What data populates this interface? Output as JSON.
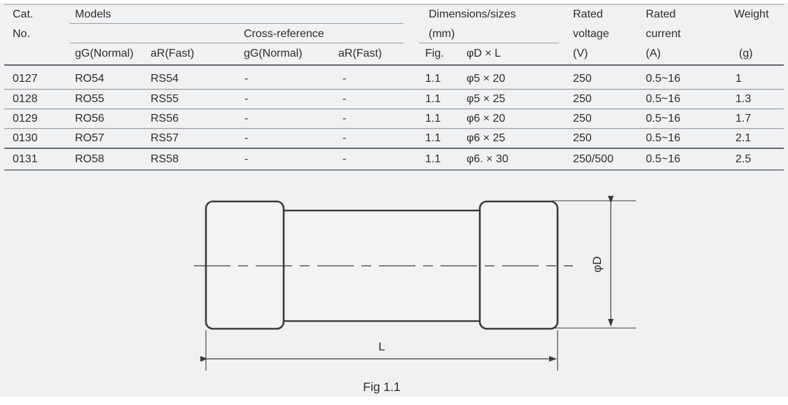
{
  "colors": {
    "background": "#f0f1f2",
    "text": "#2c2c2e",
    "rule_light": "#9b9fa2",
    "rule_dark": "#65686c",
    "drawing_stroke": "#3a3b3d"
  },
  "table": {
    "header": {
      "cat_line1": "Cat.",
      "cat_line2": "No.",
      "models": "Models",
      "cross_reference": "Cross-reference",
      "dimensions_line1": "Dimensions/sizes",
      "dimensions_line2": "(mm)",
      "rated_voltage_line1": "Rated",
      "rated_voltage_line2": "voltage",
      "rated_voltage_unit": "(V)",
      "rated_current_line1": "Rated",
      "rated_current_line2": "current",
      "rated_current_unit": "(A)",
      "weight": "Weight",
      "weight_unit": "(g)",
      "sub_gg_normal": "gG(Normal)",
      "sub_ar_fast": "aR(Fast)",
      "sub_cross_gg": "gG(Normal)",
      "sub_cross_ar": "aR(Fast)",
      "sub_fig": "Fig.",
      "sub_dxl": "φD × L"
    },
    "rows": [
      {
        "cat": "0127",
        "gg": "RO54",
        "ar": "RS54",
        "xgg": "-",
        "xar": "-",
        "fig": "1.1",
        "dxl": "φ5 × 20",
        "voltage": "250",
        "current": "0.5~16",
        "weight": "1"
      },
      {
        "cat": "0128",
        "gg": "RO55",
        "ar": "RS55",
        "xgg": "-",
        "xar": "-",
        "fig": "1.1",
        "dxl": "φ5 × 25",
        "voltage": "250",
        "current": "0.5~16",
        "weight": "1.3"
      },
      {
        "cat": "0129",
        "gg": "RO56",
        "ar": "RS56",
        "xgg": "-",
        "xar": "-",
        "fig": "1.1",
        "dxl": "φ6 × 20",
        "voltage": "250",
        "current": "0.5~16",
        "weight": "1.7"
      },
      {
        "cat": "0130",
        "gg": "RO57",
        "ar": "RS57",
        "xgg": "-",
        "xar": "-",
        "fig": "1.1",
        "dxl": "φ6 × 25",
        "voltage": "250",
        "current": "0.5~16",
        "weight": "2.1"
      },
      {
        "cat": "0131",
        "gg": "RO58",
        "ar": "RS58",
        "xgg": "-",
        "xar": "-",
        "fig": "1.1",
        "dxl": "φ6. × 30",
        "voltage": "250/500",
        "current": "0.5~16",
        "weight": "2.5"
      }
    ]
  },
  "figure": {
    "diameter_label": "φD",
    "length_label": "L",
    "caption": "Fig 1.1"
  }
}
